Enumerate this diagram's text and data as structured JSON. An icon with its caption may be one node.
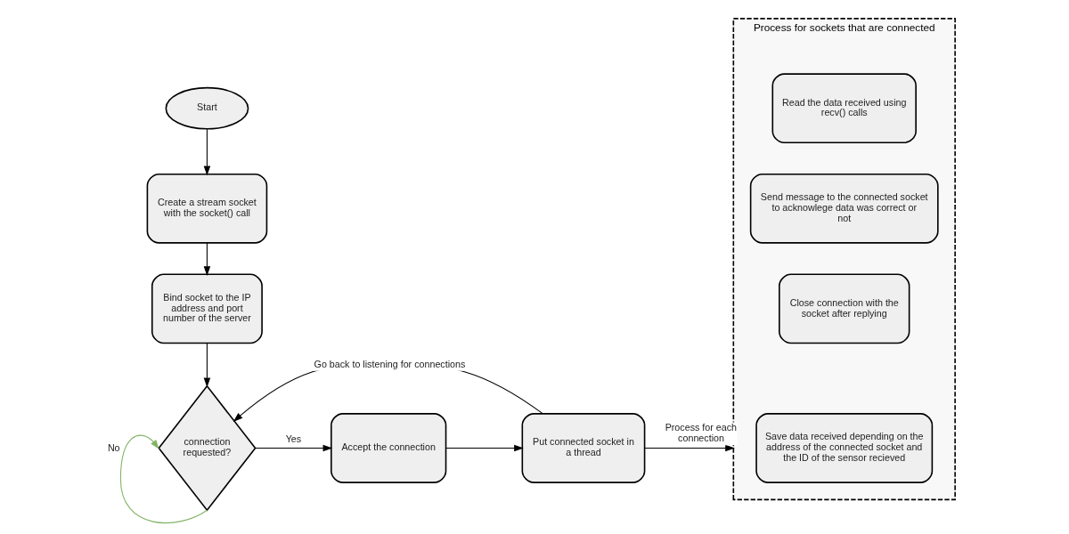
{
  "diagram": {
    "nodes": [
      {
        "text": [
          "Start"
        ]
      },
      {
        "text": [
          "Create a stream socket with the socket() call"
        ]
      },
      {
        "text": [
          "Bind socket to the IP address and port number of the server"
        ]
      },
      {
        "text": [
          "connection requested?"
        ]
      },
      {
        "text": [
          "Accept the connection"
        ]
      },
      {
        "text": [
          "Put connected socket in a thread"
        ]
      },
      {
        "text": [
          "Process for sockets that are connected"
        ]
      },
      {
        "text": [
          "Read the data received using recv() calls"
        ],
        "in": 6
      },
      {
        "text": [
          "Send message to the connected socket to acknowlege data was correct or not"
        ],
        "in": 6
      },
      {
        "text": [
          "Close connection with the socket after replying"
        ],
        "in": 6
      },
      {
        "text": [
          "Save data received depending on the address of the connected socket and the ID of the sensor recieved"
        ],
        "in": 6
      }
    ],
    "edges": [
      {
        "from": 0,
        "to": 1,
        "arrow": "to"
      },
      {
        "from": 1,
        "to": 2,
        "arrow": "to"
      },
      {
        "from": 2,
        "to": 3,
        "arrow": "to"
      },
      {
        "from": 3,
        "to": 4,
        "arrow": "to",
        "label": "Yes"
      },
      {
        "from": 3,
        "to": 3,
        "arrow": "to",
        "label": "No",
        "color": "#82b366"
      },
      {
        "from": 4,
        "to": 5,
        "arrow": "to"
      },
      {
        "from": 5,
        "to": 6,
        "arrow": "to",
        "label": "Process for each connection"
      },
      {
        "from": 5,
        "to": 3,
        "arrow": "to",
        "label": "Go back to listening for connections"
      }
    ]
  }
}
